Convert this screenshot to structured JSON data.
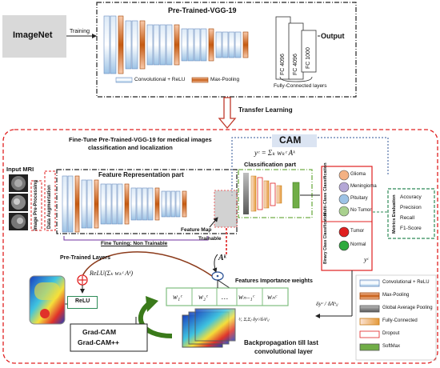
{
  "top": {
    "imagenet": "ImageNet",
    "training": "Training",
    "title": "Pre-Trained-VGG-19",
    "output": "Output",
    "fc": [
      "FC 4096",
      "FC 4096",
      "FC 1000"
    ],
    "legend_conv": "Convolutional + ReLU",
    "legend_pool": "Max-Pooling",
    "legend_fc": "Fully-Connected layers"
  },
  "transfer": "Transfer Learning",
  "main": {
    "title_line1": "Fine-Tune Pre-Trained-VGG-19 for medical images",
    "title_line2": "classification and localization",
    "cam": "CAM",
    "cam_formula": "yᶜ = Σₖ wₖᶜ Aᵏ",
    "input_mri": "Input MRI",
    "preprocessing": "Image Pre-Processing",
    "augmentation": "Data Augmentation",
    "feature_part": "Feature Representation part",
    "classification_part": "Classification part",
    "feature_map": "Feature Map",
    "trainable": "Trainable",
    "fine_tuning": "Fine Tuning: Non Trainable",
    "pretrained_layers": "Pre-Trained Layers",
    "ak": "Aᵏ",
    "multi_class": "Multi-Class Classification",
    "binary_class": "Binary Class Classification",
    "classes_multi": [
      "Glioma",
      "Meningioma",
      "Pituitary",
      "No Tumor"
    ],
    "class_colors": [
      "#f4b183",
      "#b4a7d6",
      "#9dc3e6",
      "#a9d18e"
    ],
    "classes_binary": [
      "Tumor",
      "Normal"
    ],
    "binary_colors": [
      "#e02020",
      "#2eaa3e"
    ],
    "metrics_title": "Metrics Evaluation",
    "metrics": [
      "Accuracy",
      "Precision",
      "Recall",
      "F1-Score"
    ],
    "yc": "yᶜ",
    "relu_formula": "ReLU(Σₖ wₖᶜ Aᵏ)",
    "relu": "ReLU",
    "importance": "Features Importance weights",
    "weights": [
      "w₁ᶜ",
      "w₂ᶜ",
      "…",
      "wₙ₋₁ᶜ",
      "wₙᶜ"
    ],
    "gradcam": "Grad-CAM",
    "gradcampp": "Grad-CAM++",
    "grad_formula1": "¹⁄ₓ ΣᵢΣⱼ δyᶜ/δAᵏᵢⱼ",
    "grad_formula2": "δyᶜ / δAᵏᵢⱼ",
    "backprop_line1": "Backpropagation till last",
    "backprop_line2": "convolutional layer"
  },
  "legend": {
    "items": [
      "Convolutional + ReLU",
      "Max-Pooling",
      "Global Average Pooling",
      "Fully-Connected",
      "Dropout",
      "SoftMax"
    ],
    "colors": [
      "#9dc3e6",
      "#c55a11",
      "#7f7f7f",
      "#f4b183",
      "#ffffff",
      "#70ad47"
    ]
  }
}
